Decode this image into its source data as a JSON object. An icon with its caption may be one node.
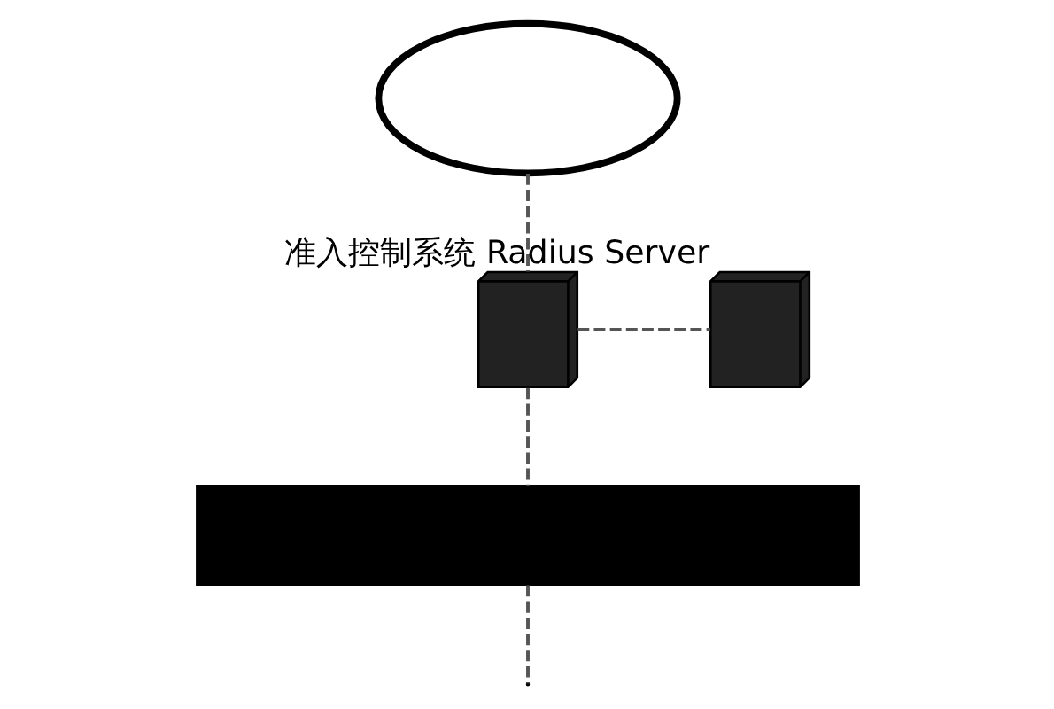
{
  "diagram": {
    "nodes": [
      {
        "text": [],
        "shape": "cloud"
      },
      {
        "text": [],
        "shape": "picture",
        "beside": [
          "准入控制系统"
        ]
      },
      {
        "text": [],
        "shape": "picture",
        "beside": [
          "Radius Server"
        ]
      },
      {
        "text": [],
        "shape": "box"
      }
    ],
    "edges": [
      {
        "from": 0,
        "to": 1,
        "arrow": "none",
        "style": "dashed"
      },
      {
        "from": 1,
        "to": 2,
        "arrow": "none",
        "style": "dashed"
      },
      {
        "from": 1,
        "to": 3,
        "arrow": "none",
        "style": "dashed"
      },
      {
        "from": 3,
        "to": null,
        "arrow": "none",
        "style": "dashed"
      }
    ]
  }
}
